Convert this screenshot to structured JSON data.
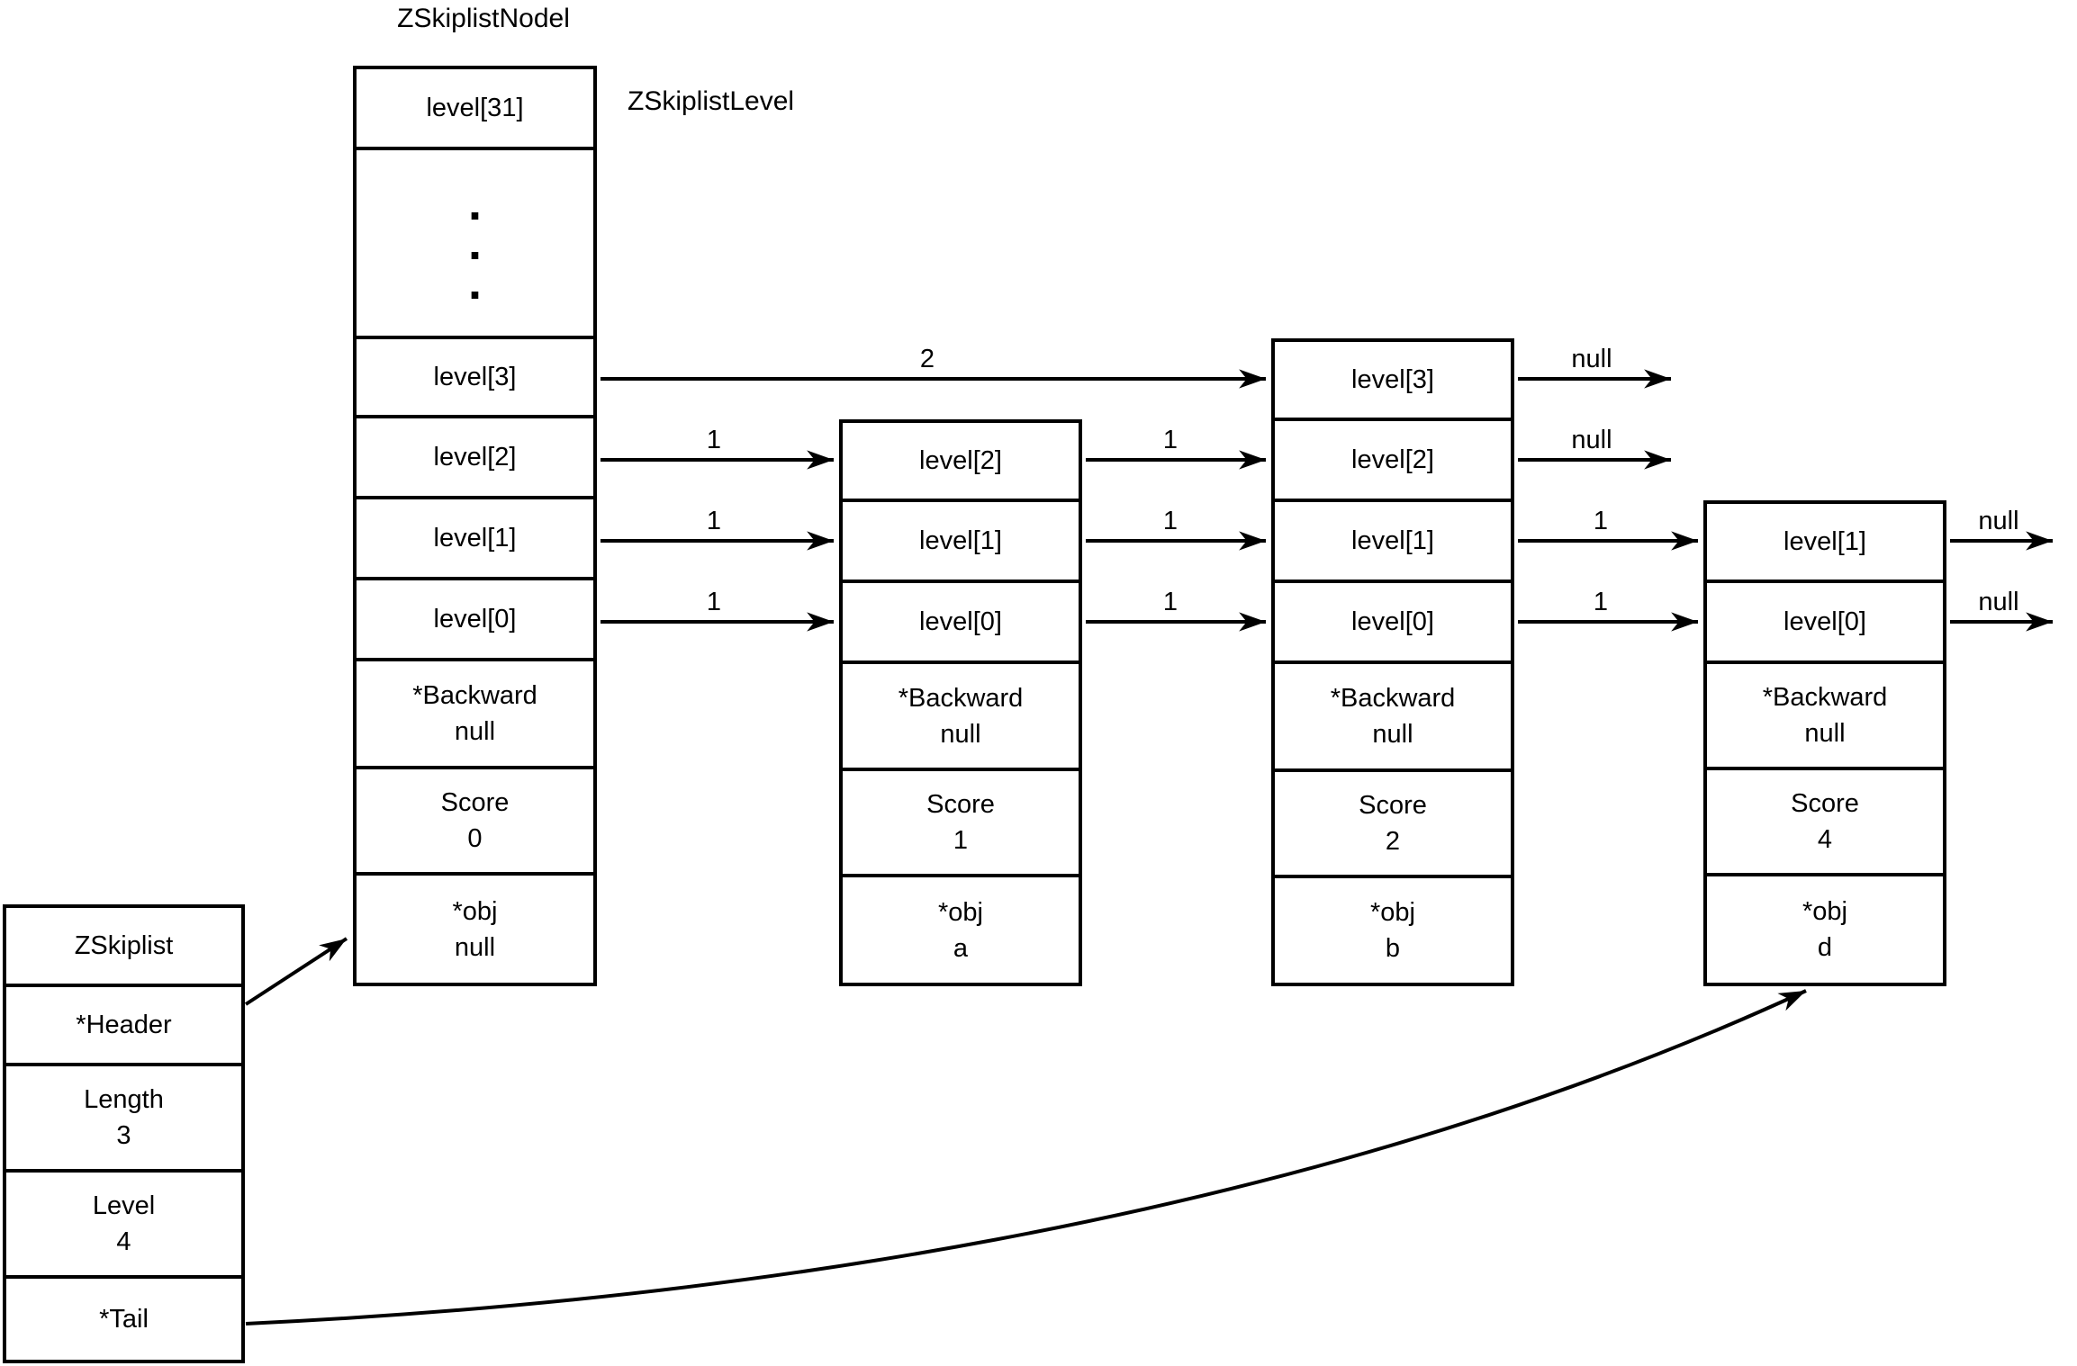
{
  "titles": {
    "node_type": "ZSkiplistNodel",
    "level_type": "ZSkiplistLevel"
  },
  "zskiplist": {
    "cells": [
      {
        "line1": "ZSkiplist"
      },
      {
        "line1": "*Header"
      },
      {
        "line1": "Length",
        "line2": "3"
      },
      {
        "line1": "Level",
        "line2": "4"
      },
      {
        "line1": "*Tail"
      }
    ]
  },
  "nodes": [
    {
      "id": "header-node",
      "cells": [
        {
          "line1": "level[31]"
        },
        {
          "line1": ".",
          "line2": ".",
          "line3": "."
        },
        {
          "line1": "level[3]"
        },
        {
          "line1": "level[2]"
        },
        {
          "line1": "level[1]"
        },
        {
          "line1": "level[0]"
        },
        {
          "line1": "*Backward",
          "line2": "null"
        },
        {
          "line1": "Score",
          "line2": "0"
        },
        {
          "line1": "*obj",
          "line2": "null"
        }
      ]
    },
    {
      "id": "node-a",
      "cells": [
        {
          "line1": "level[2]"
        },
        {
          "line1": "level[1]"
        },
        {
          "line1": "level[0]"
        },
        {
          "line1": "*Backward",
          "line2": "null"
        },
        {
          "line1": "Score",
          "line2": "1"
        },
        {
          "line1": "*obj",
          "line2": "a"
        }
      ]
    },
    {
      "id": "node-b",
      "cells": [
        {
          "line1": "level[3]"
        },
        {
          "line1": "level[2]"
        },
        {
          "line1": "level[1]"
        },
        {
          "line1": "level[0]"
        },
        {
          "line1": "*Backward",
          "line2": "null"
        },
        {
          "line1": "Score",
          "line2": "2"
        },
        {
          "line1": "*obj",
          "line2": "b"
        }
      ]
    },
    {
      "id": "node-d",
      "cells": [
        {
          "line1": "level[1]"
        },
        {
          "line1": "level[0]"
        },
        {
          "line1": "*Backward",
          "line2": "null"
        },
        {
          "line1": "Score",
          "line2": "4"
        },
        {
          "line1": "*obj",
          "line2": "d"
        }
      ]
    }
  ],
  "arrow_labels": [
    "2",
    "1",
    "1",
    "1",
    "1",
    "1",
    "1",
    "null",
    "null",
    "1",
    "1",
    "null",
    "null"
  ],
  "colors": {
    "line": "#000000",
    "background": "#ffffff",
    "text": "#000000"
  }
}
